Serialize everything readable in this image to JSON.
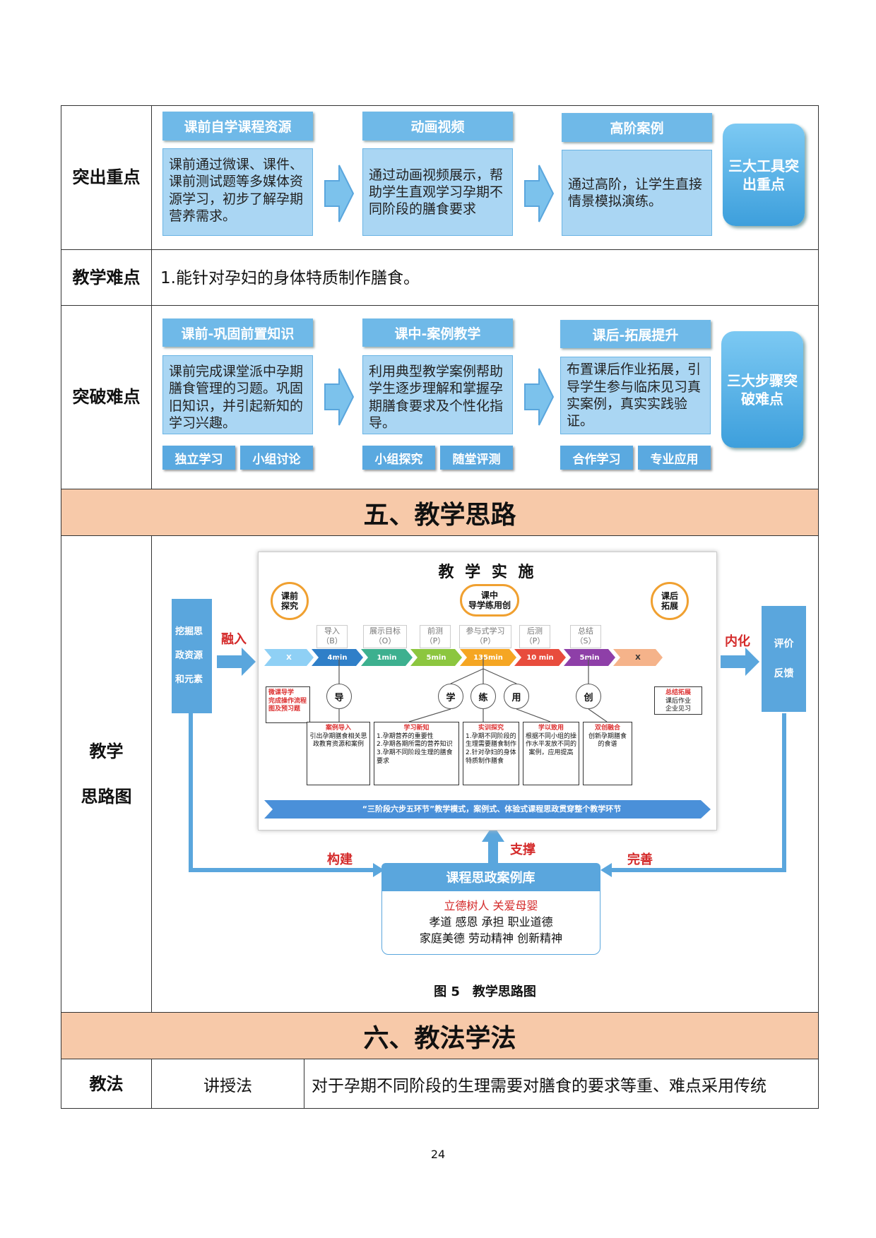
{
  "row1": {
    "label": "突出重点",
    "steps": [
      {
        "title": "课前自学课程资源",
        "body": "课前通过微课、课件、课前测试题等多媒体资源学习，初步了解孕期营养需求。"
      },
      {
        "title": "动画视频",
        "body": "通过动画视频展示，帮助学生直观学习孕期不同阶段的膳食要求"
      },
      {
        "title": "高阶案例",
        "body": "通过高阶，让学生直接情景模拟演练。"
      }
    ],
    "tool": "三大工具突出重点"
  },
  "row2": {
    "label": "教学难点",
    "text": "1.能针对孕妇的身体特质制作膳食。"
  },
  "row3": {
    "label": "突破难点",
    "steps": [
      {
        "title": "课前-巩固前置知识",
        "body": "课前完成课堂派中孕期膳食管理的习题。巩固旧知识，并引起新知的学习兴趣。",
        "chips": [
          "独立学习",
          "小组讨论"
        ]
      },
      {
        "title": "课中-案例教学",
        "body": "利用典型教学案例帮助学生逐步理解和掌握孕期膳食要求及个性化指导。",
        "chips": [
          "小组探究",
          "随堂评测"
        ]
      },
      {
        "title": "课后-拓展提升",
        "body": "布置课后作业拓展，引导学生参与临床见习真实案例，真实实践验证。",
        "chips": [
          "合作学习",
          "专业应用"
        ]
      }
    ],
    "tool": "三大步骤突破难点"
  },
  "section5": {
    "title": "五、教学思路"
  },
  "row4": {
    "label_line1": "教学",
    "label_line2": "思路图",
    "caption": "图 5　教学思路图",
    "diagram": {
      "left_side": [
        "挖掘思",
        "政资源",
        "和元素"
      ],
      "right_side": [
        "评价",
        "反馈"
      ],
      "rongru": "融入",
      "neihua": "内化",
      "goujian": "构建",
      "zhicheng": "支撑",
      "wanshan": "完善",
      "panel_title": "教 学 实 施",
      "c_pre": "课前\n探究",
      "c_mid": "课中\n导学练用创",
      "c_post": "课后\n拓展",
      "stages": [
        {
          "name": "导入",
          "code": "（B）"
        },
        {
          "name": "展示目标",
          "code": "（O）"
        },
        {
          "name": "前测",
          "code": "（P）"
        },
        {
          "name": "参与式学习",
          "code": "（P）"
        },
        {
          "name": "后测",
          "code": "（P）"
        },
        {
          "name": "总结",
          "code": "（S）"
        }
      ],
      "segments": [
        "X",
        "4min",
        "1min",
        "5min",
        "135min",
        "10 min",
        "5min",
        "X"
      ],
      "segment_colors": [
        "#8fd0f5",
        "#2f7fc8",
        "#3db08f",
        "#8cc63f",
        "#f5a623",
        "#e84c3d",
        "#8e3fa8",
        "#f5b38a"
      ],
      "nodes": [
        "导",
        "学",
        "练",
        "用",
        "创"
      ],
      "pre_box": "微课导学\n完成操作流程图及预习题",
      "post_box_head": "总结拓展",
      "post_box_body": "课后作业\n企业见习",
      "boxes": [
        {
          "head": "案例导入",
          "body": "引出孕期膳食相关思政教育资源和案例"
        },
        {
          "head": "学习新知",
          "body": "1.孕期营养的重要性\n2.孕期各期所需的营养知识\n3.孕期不同阶段生理的膳食要求"
        },
        {
          "head": "实训探究",
          "body": "1.孕期不同阶段的生理需要膳食制作\n2.针对孕妇的身体特质制作膳食"
        },
        {
          "head": "学以致用",
          "body": "根据不同小组的操作水平发放不同的案例，应用提高"
        },
        {
          "head": "双创融合",
          "body": "创新孕期膳食的食谱"
        }
      ],
      "banner": "“三阶段六步五环节”教学模式，案例式、体验式课程思政贯穿整个教学环节",
      "library_title": "课程思政案例库",
      "library_line1": "立德树人  关爱母婴",
      "library_line2": "孝道  感恩  承担  职业道德",
      "library_line3": "家庭美德  劳动精神  创新精神"
    }
  },
  "section6": {
    "title": "六、教法学法"
  },
  "row5": {
    "label": "教法",
    "method": "讲授法",
    "desc": "对于孕期不同阶段的生理需要对膳食的要求等重、难点采用传统"
  },
  "page_number": "24"
}
